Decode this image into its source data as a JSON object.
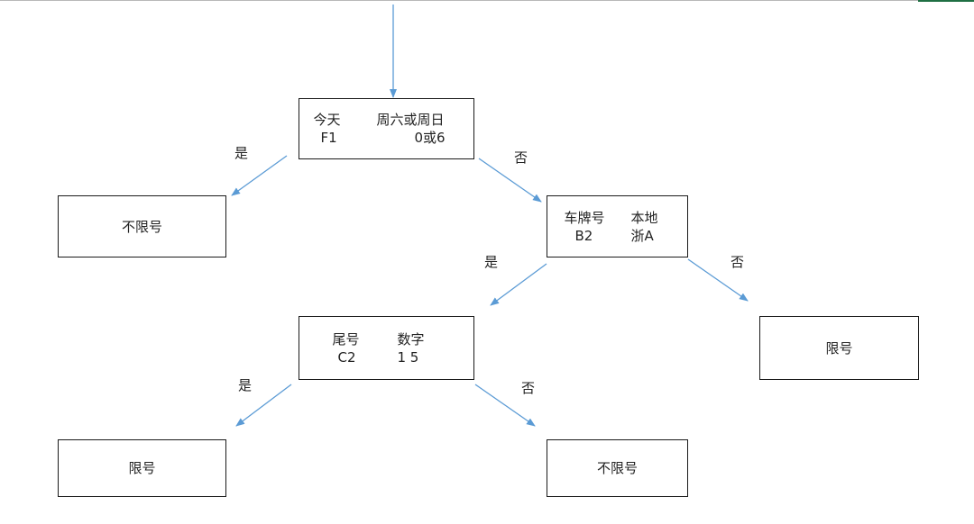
{
  "colors": {
    "arrow": "#5b9bd5",
    "box_border": "#1a1a1a",
    "text": "#222222"
  },
  "nodes": {
    "root": {
      "line1": [
        "今天",
        "周六或周日"
      ],
      "line2": [
        "F1",
        "0或6"
      ]
    },
    "unrestricted_1": {
      "text": "不限号"
    },
    "plate": {
      "line1": [
        "车牌号",
        "本地"
      ],
      "line2": [
        "B2",
        "浙A"
      ]
    },
    "tail": {
      "line1": [
        "尾号",
        "数字"
      ],
      "line2": [
        "C2",
        "1 5"
      ]
    },
    "restricted_1": {
      "text": "限号"
    },
    "restricted_2": {
      "text": "限号"
    },
    "unrestricted_2": {
      "text": "不限号"
    }
  },
  "edge_labels": {
    "root_yes": "是",
    "root_no": "否",
    "plate_yes": "是",
    "plate_no": "否",
    "tail_yes": "是",
    "tail_no": "否"
  }
}
